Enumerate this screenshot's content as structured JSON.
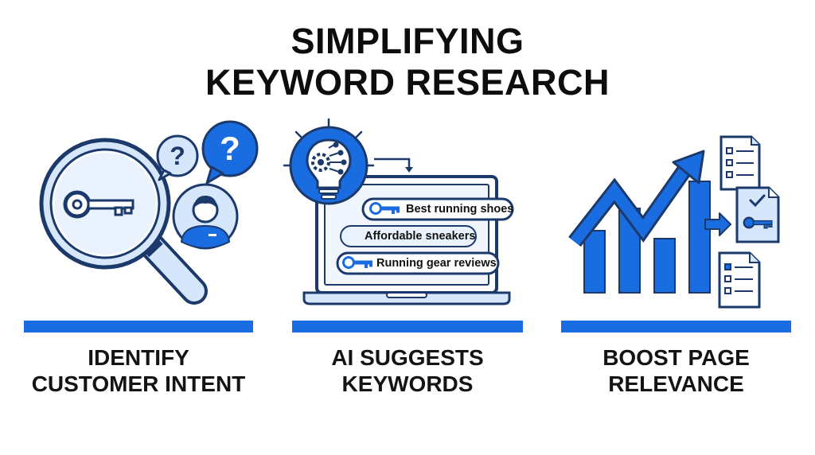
{
  "title": {
    "line1": "SIMPLIFYING",
    "line2": "KEYWORD RESEARCH"
  },
  "colors": {
    "primary_blue": "#1a6de0",
    "light_blue": "#d6e6fb",
    "outline": "#1b3a6b",
    "text": "#111111"
  },
  "panels": [
    {
      "caption_line1": "IDENTIFY",
      "caption_line2": "CUSTOMER INTENT",
      "icons": [
        "magnifying-glass-icon",
        "key-icon",
        "question-bubble-icon",
        "person-avatar-icon"
      ]
    },
    {
      "caption_line1": "AI SUGGESTS",
      "caption_line2": "KEYWORDS",
      "icons": [
        "ai-lightbulb-icon",
        "laptop-icon",
        "key-icon"
      ],
      "keywords": [
        "Best running shoes",
        "Affordable sneakers",
        "Running gear reviews"
      ]
    },
    {
      "caption_line1": "BOOST PAGE",
      "caption_line2": "RELEVANCE",
      "icons": [
        "growth-chart-icon",
        "arrow-right-icon",
        "document-icon",
        "checklist-icon"
      ]
    }
  ]
}
